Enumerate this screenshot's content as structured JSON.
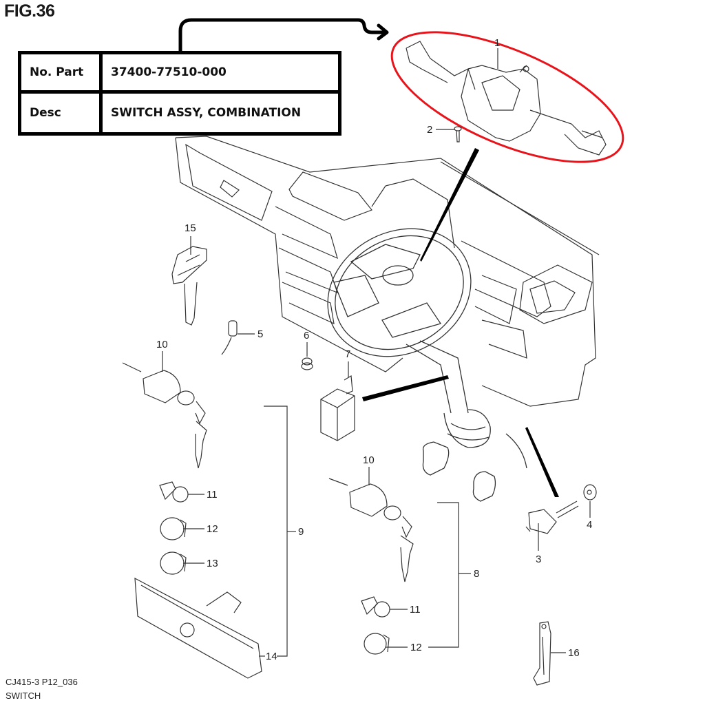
{
  "figure": {
    "title": "FIG.36",
    "code": "CJ415-3 P12_036",
    "section": "SWITCH"
  },
  "part_info": {
    "part_no_label": "No. Part",
    "part_no_value": "37400-77510-000",
    "desc_label": "Desc",
    "desc_value": "SWITCH ASSY, COMBINATION"
  },
  "highlight": {
    "color": "#e8141b",
    "target_callout": "1"
  },
  "callouts": {
    "c1": "1",
    "c2": "2",
    "c3": "3",
    "c4": "4",
    "c5": "5",
    "c6": "6",
    "c7": "7",
    "c8": "8",
    "c9": "9",
    "c10a": "10",
    "c10b": "10",
    "c11a": "11",
    "c11b": "11",
    "c12a": "12",
    "c12b": "12",
    "c13": "13",
    "c14": "14",
    "c15": "15",
    "c16": "16"
  }
}
